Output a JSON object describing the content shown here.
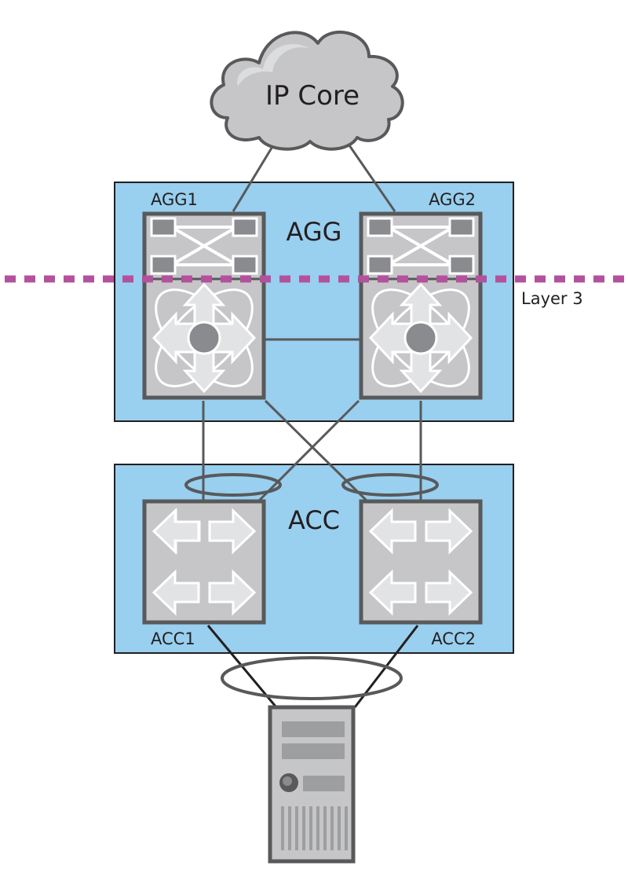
{
  "cloud": {
    "label": "IP Core"
  },
  "zones": {
    "agg": {
      "label": "AGG"
    },
    "acc": {
      "label": "ACC"
    }
  },
  "devices": {
    "agg1": {
      "label": "AGG1",
      "type": "multilayer-switch"
    },
    "agg2": {
      "label": "AGG2",
      "type": "multilayer-switch"
    },
    "acc1": {
      "label": "ACC1",
      "type": "layer2-switch"
    },
    "acc2": {
      "label": "ACC2",
      "type": "layer2-switch"
    },
    "server": {
      "type": "server-tower"
    }
  },
  "boundary": {
    "label": "Layer 3"
  },
  "colors": {
    "zone_fill": "#99cfef",
    "device_fill": "#c6c6c8",
    "device_border": "#58595b",
    "boundary_line": "#b4519c",
    "link": "#58595b"
  }
}
